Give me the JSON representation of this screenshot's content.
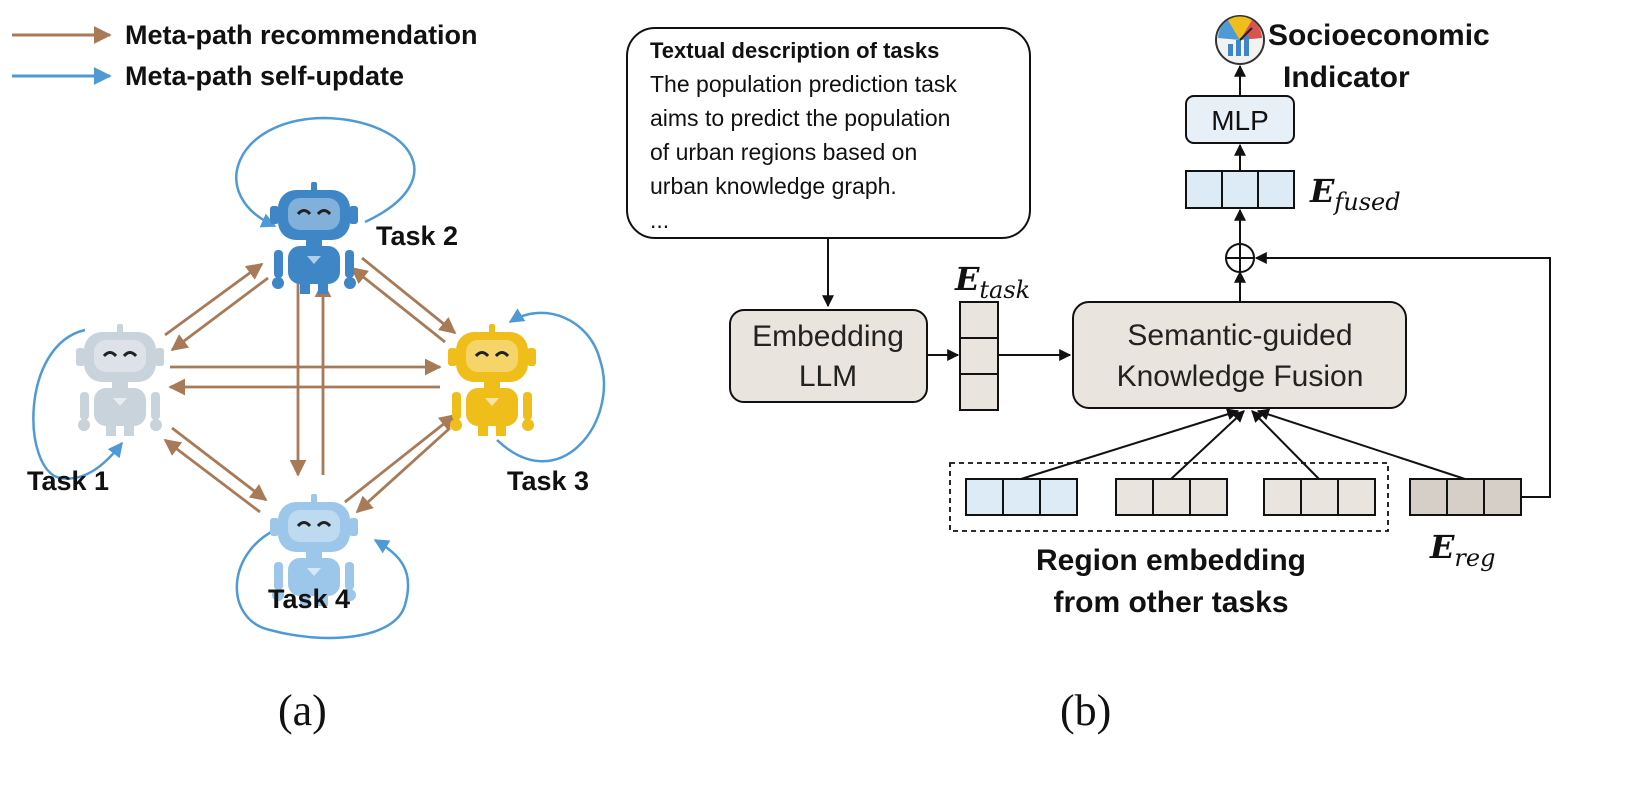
{
  "legend": {
    "recommendation": "Meta-path recommendation",
    "self_update": "Meta-path self-update"
  },
  "tasks": {
    "task1": "Task 1",
    "task2": "Task 2",
    "task3": "Task 3",
    "task4": "Task 4"
  },
  "panel_b": {
    "textual_title": "Textual description of tasks",
    "textual_lines": [
      "The population prediction task",
      "aims to predict the population",
      "of urban regions based on",
      "urban knowledge graph.",
      "..."
    ],
    "embedding_line1": "Embedding",
    "embedding_line2": "LLM",
    "e_task_main": "E",
    "e_task_sub": "task",
    "fusion_line1": "Semantic-guided",
    "fusion_line2": "Knowledge Fusion",
    "mlp": "MLP",
    "e_fused_main": "E",
    "e_fused_sub": "fused",
    "e_reg_main": "E",
    "e_reg_sub": "reg",
    "output_line1": "Socioeconomic",
    "output_line2": "Indicator",
    "region_line1": "Region embedding",
    "region_line2": "from other tasks"
  },
  "captions": {
    "a": "(a)",
    "b": "(b)"
  },
  "colors": {
    "brown": "#A87A58",
    "blue": "#4E9AD6",
    "light_blue_fill": "#DCEBF5",
    "tan_fill": "#EAE4DE",
    "robot_blue": "#3E86C6",
    "robot_yellow": "#F0BE1A",
    "robot_gray": "#C9D3DC",
    "robot_light": "#9CC6EA"
  },
  "icons": {
    "robot_task1": "robot-icon",
    "robot_task2": "robot-icon",
    "robot_task3": "robot-icon",
    "robot_task4": "robot-icon",
    "indicator": "gauge-chart-icon",
    "sum": "circled-plus-icon"
  }
}
